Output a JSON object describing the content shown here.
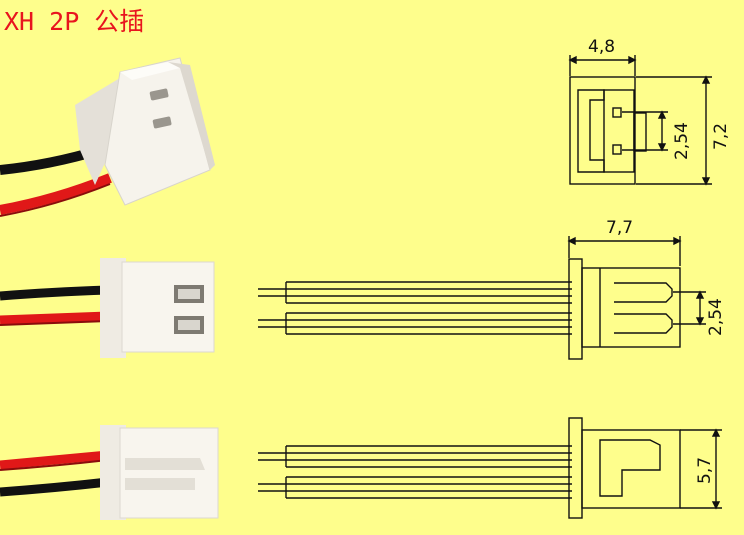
{
  "title": "XH 2P 公插",
  "dimensions": {
    "top_width": "4,8",
    "top_height": "7,2",
    "top_pitch": "2,54",
    "side_length": "7,7",
    "side_pitch": "2,54",
    "bottom_height": "5,7"
  },
  "colors": {
    "background": "#fefe8c",
    "title": "#e8141e",
    "wire_red": "#e01818",
    "wire_black": "#111111",
    "connector_body": "#f4f1ea"
  }
}
